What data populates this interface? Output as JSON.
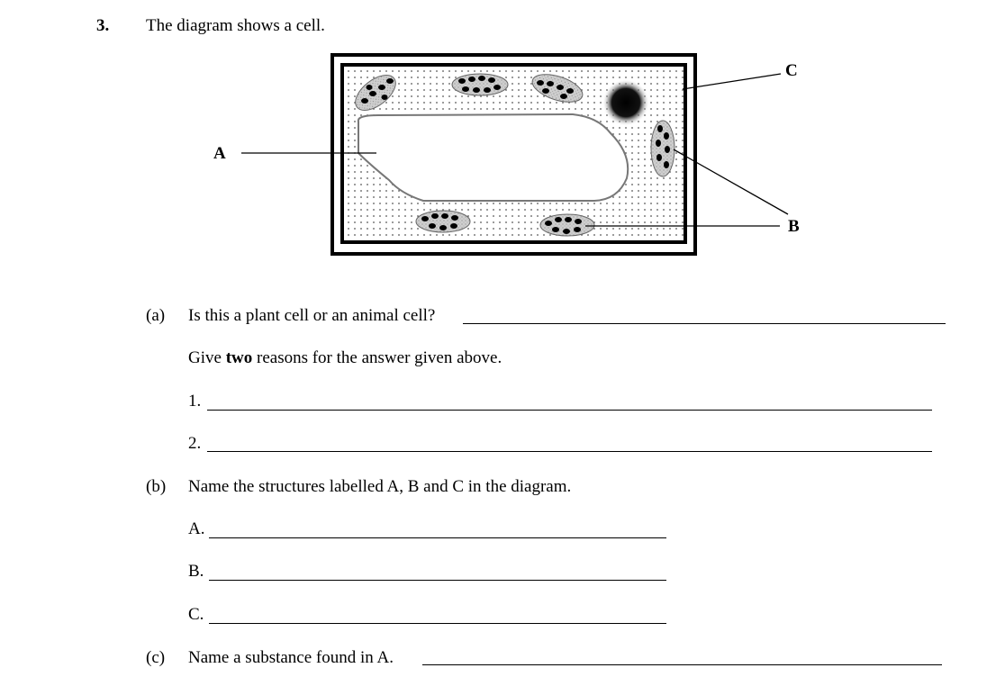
{
  "question": {
    "number": "3.",
    "intro": "The diagram shows a cell."
  },
  "diagram": {
    "labels": {
      "a": "A",
      "b": "B",
      "c": "C"
    }
  },
  "parts": {
    "a": {
      "letter": "(a)",
      "question": "Is this a plant cell or an animal cell?",
      "reasons_prefix": "Give ",
      "reasons_bold": "two",
      "reasons_suffix": " reasons for the answer given above.",
      "items": [
        "1.",
        "2."
      ]
    },
    "b": {
      "letter": "(b)",
      "question": "Name the structures labelled A, B and C in the diagram.",
      "items": [
        "A.",
        "B.",
        "C."
      ]
    },
    "c": {
      "letter": "(c)",
      "question": "Name a substance found in A."
    }
  }
}
